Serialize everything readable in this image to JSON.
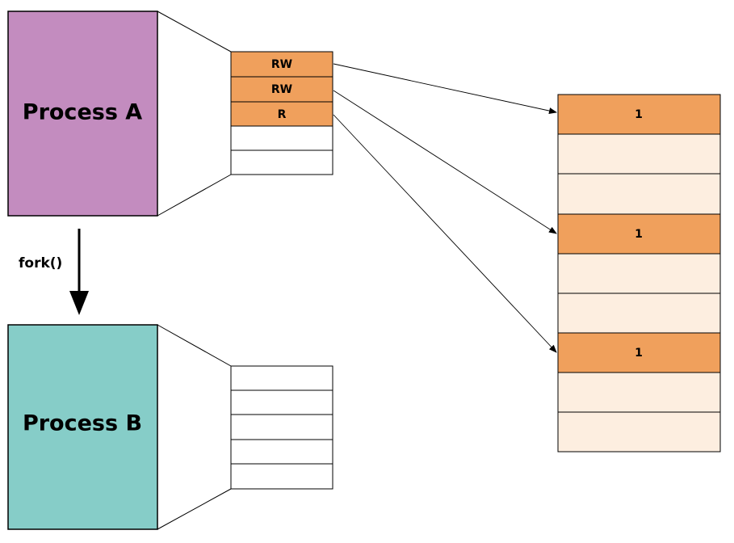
{
  "diagram": {
    "process_a": {
      "label": "Process A",
      "color": "#c38cbf"
    },
    "process_b": {
      "label": "Process B",
      "color": "#86cdc8"
    },
    "fork_label": "fork()",
    "page_table_a": {
      "entries": [
        "RW",
        "RW",
        "R",
        "",
        ""
      ]
    },
    "page_table_b": {
      "entries": [
        "",
        "",
        "",
        "",
        ""
      ]
    },
    "physical_memory": {
      "frames": [
        "1",
        "",
        "",
        "1",
        "",
        "",
        "1",
        "",
        ""
      ]
    },
    "colors": {
      "used_entry": "#f0a05c",
      "frame_used": "#f0a05c",
      "frame_free": "#fdeee0",
      "stroke": "#000000"
    }
  }
}
